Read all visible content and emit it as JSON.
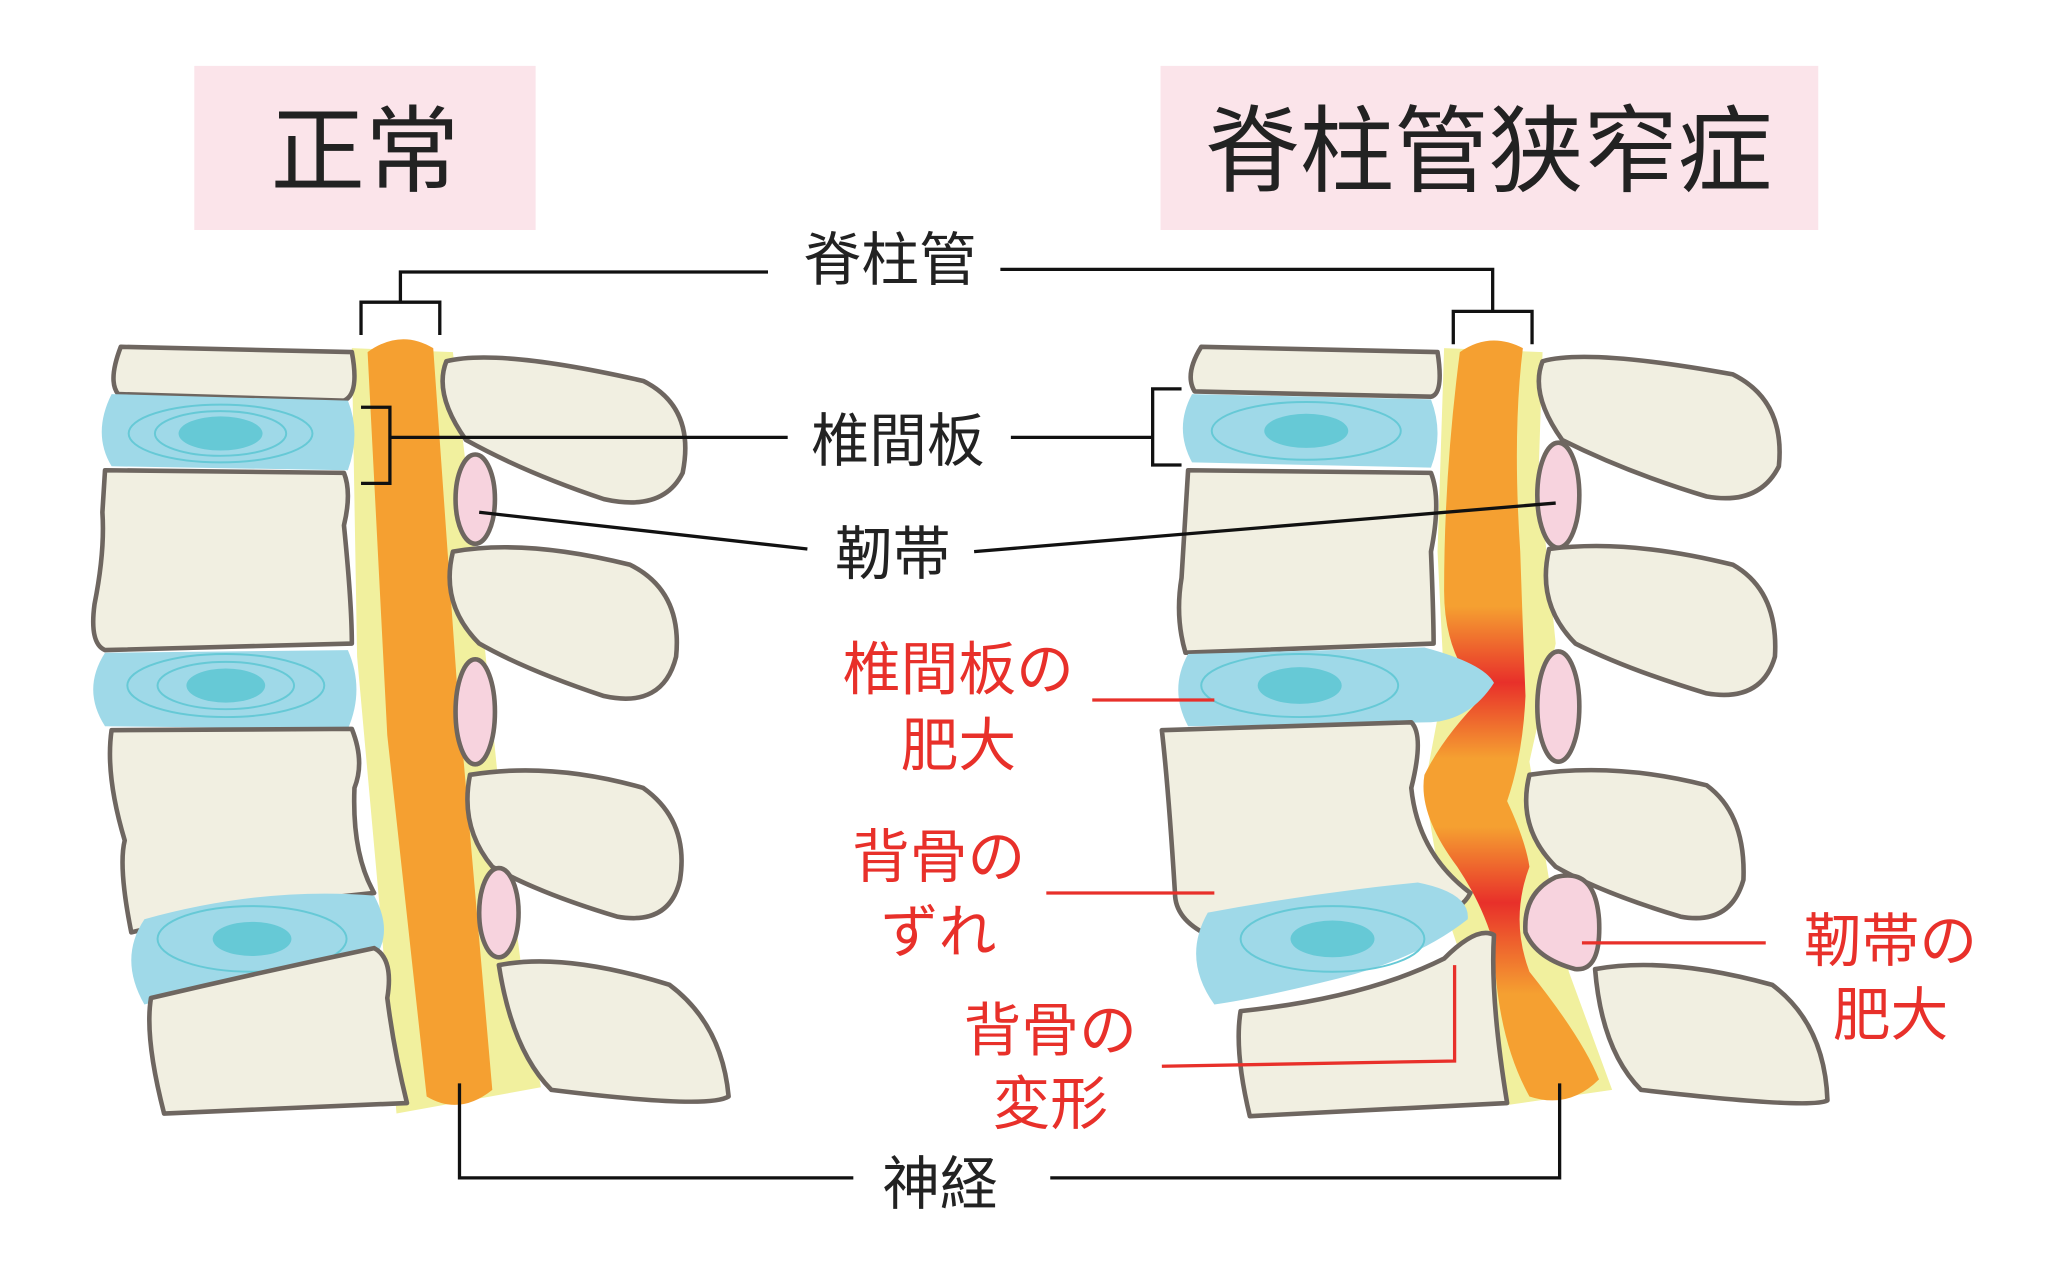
{
  "titles": {
    "normal": "正常",
    "stenosis": "脊柱管狭窄症"
  },
  "labels": {
    "spinal_canal": "脊柱管",
    "disc": "椎間板",
    "ligament": "靭帯",
    "nerve": "神経"
  },
  "red_labels": {
    "disc_bulge": [
      "椎間板の",
      "肥大"
    ],
    "slip": [
      "背骨の",
      "ずれ"
    ],
    "deform": [
      "背骨の",
      "変形"
    ],
    "lig_thick": [
      "靭帯の",
      "肥大"
    ]
  },
  "colors": {
    "bone": "#f1efe1",
    "disc": "#9fd9e8",
    "nucleus": "#66c9d6",
    "nerve": "#f5a031",
    "compression": "#e8302a",
    "canal": "#f1f09e",
    "ligament": "#f7d3de",
    "title_bg": "#fbe4ea",
    "annotation_red": "#e8302a"
  }
}
